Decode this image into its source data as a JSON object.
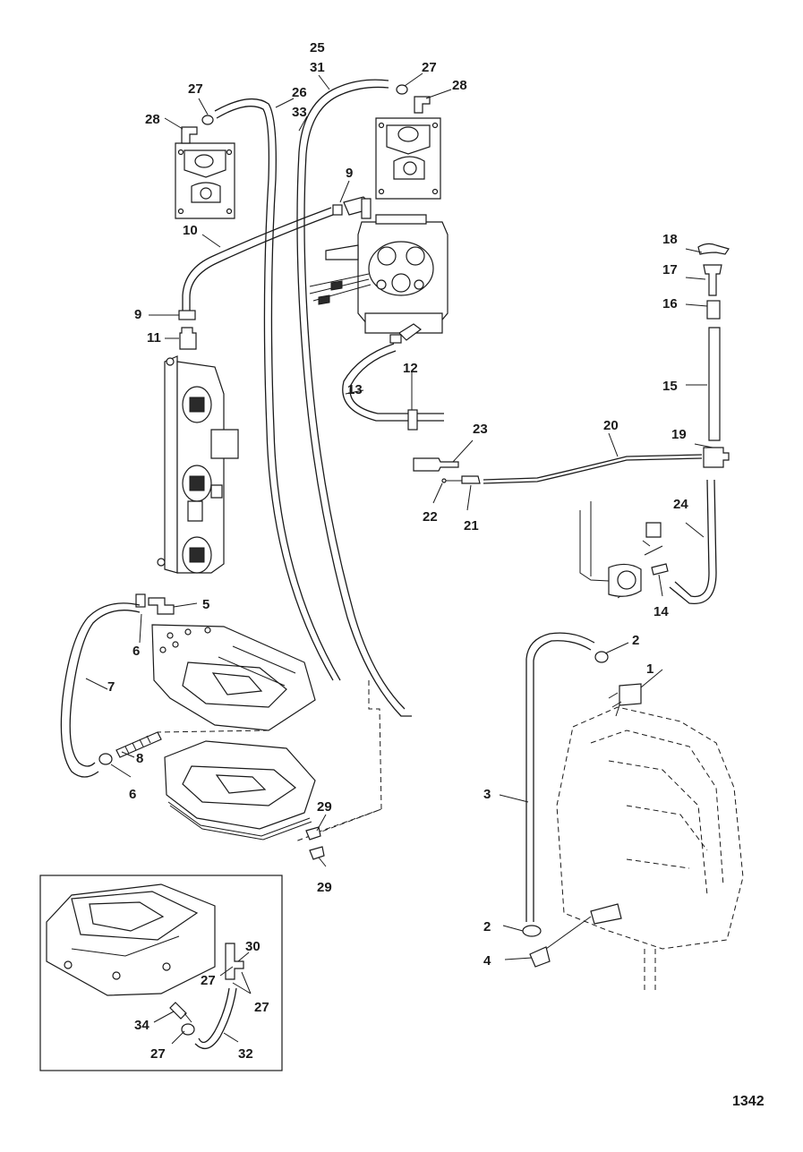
{
  "figure_number": "1342",
  "callouts": [
    {
      "id": "c25",
      "text": "25"
    },
    {
      "id": "c31",
      "text": "31"
    },
    {
      "id": "c27a",
      "text": "27"
    },
    {
      "id": "c28a",
      "text": "28"
    },
    {
      "id": "c27b",
      "text": "27"
    },
    {
      "id": "c26",
      "text": "26"
    },
    {
      "id": "c33",
      "text": "33"
    },
    {
      "id": "c28b",
      "text": "28"
    },
    {
      "id": "c9a",
      "text": "9"
    },
    {
      "id": "c10",
      "text": "10"
    },
    {
      "id": "c18",
      "text": "18"
    },
    {
      "id": "c17",
      "text": "17"
    },
    {
      "id": "c16",
      "text": "16"
    },
    {
      "id": "c9b",
      "text": "9"
    },
    {
      "id": "c11",
      "text": "11"
    },
    {
      "id": "c12",
      "text": "12"
    },
    {
      "id": "c13",
      "text": "13"
    },
    {
      "id": "c15",
      "text": "15"
    },
    {
      "id": "c23",
      "text": "23"
    },
    {
      "id": "c20",
      "text": "20"
    },
    {
      "id": "c19",
      "text": "19"
    },
    {
      "id": "c22",
      "text": "22"
    },
    {
      "id": "c21",
      "text": "21"
    },
    {
      "id": "c24",
      "text": "24"
    },
    {
      "id": "c5",
      "text": "5"
    },
    {
      "id": "c14",
      "text": "14"
    },
    {
      "id": "c6a",
      "text": "6"
    },
    {
      "id": "c2a",
      "text": "2"
    },
    {
      "id": "c1",
      "text": "1"
    },
    {
      "id": "c7",
      "text": "7"
    },
    {
      "id": "c8",
      "text": "8"
    },
    {
      "id": "c6b",
      "text": "6"
    },
    {
      "id": "c3",
      "text": "3"
    },
    {
      "id": "c29a",
      "text": "29"
    },
    {
      "id": "c29b",
      "text": "29"
    },
    {
      "id": "c30",
      "text": "30"
    },
    {
      "id": "c2b",
      "text": "2"
    },
    {
      "id": "c27c",
      "text": "27"
    },
    {
      "id": "c27d",
      "text": "27"
    },
    {
      "id": "c4",
      "text": "4"
    },
    {
      "id": "c34",
      "text": "34"
    },
    {
      "id": "c27e",
      "text": "27"
    },
    {
      "id": "c32",
      "text": "32"
    }
  ]
}
